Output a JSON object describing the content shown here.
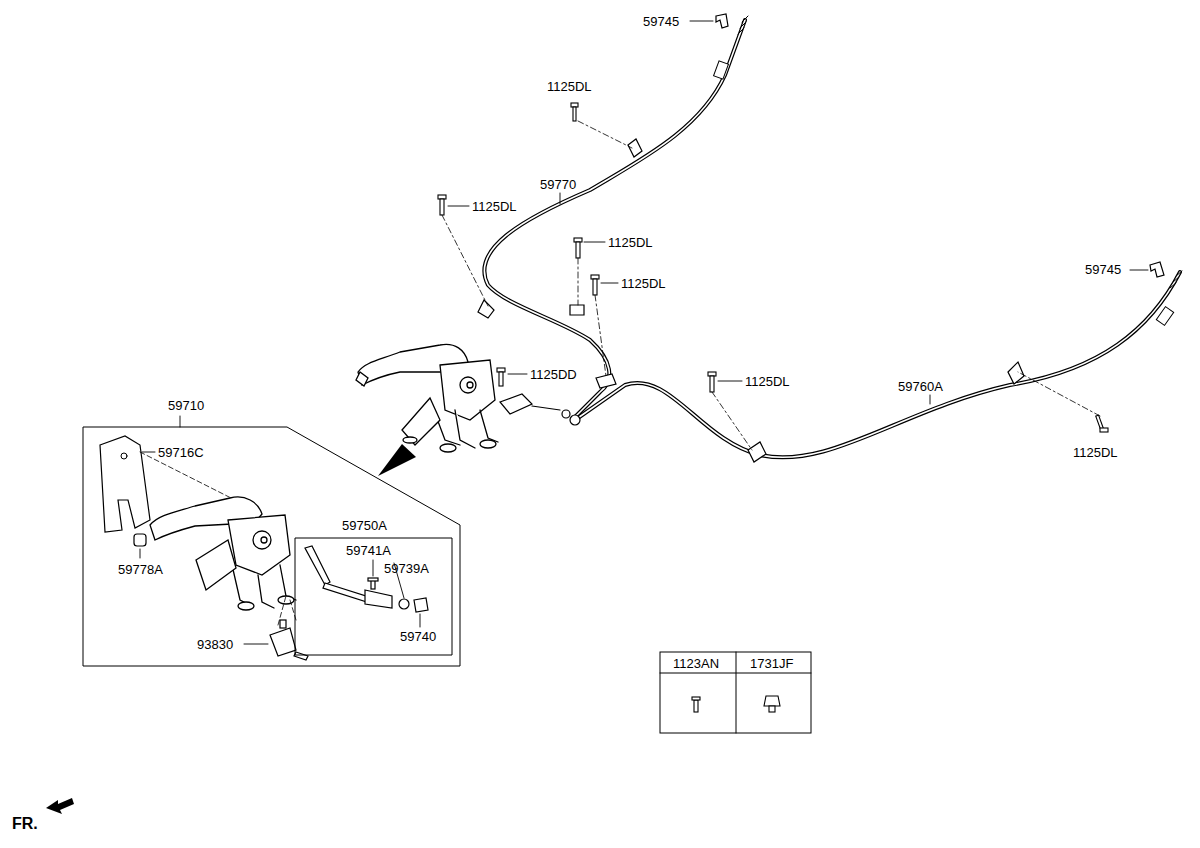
{
  "diagram": {
    "nodes": [
      {
        "text": [
          "59710"
        ]
      },
      {
        "text": [
          "59750A"
        ],
        "in": 0
      }
    ],
    "labels": [
      "59745",
      "1125DL",
      "59770",
      "1125DL",
      "1125DL",
      "1125DL",
      "1125DD",
      "1125DL",
      "59760A",
      "59745",
      "1125DL",
      "59716C",
      "59778A",
      "59741A",
      "59739A",
      "59740",
      "93830",
      "1123AN",
      "1731JF",
      "FR."
    ]
  }
}
